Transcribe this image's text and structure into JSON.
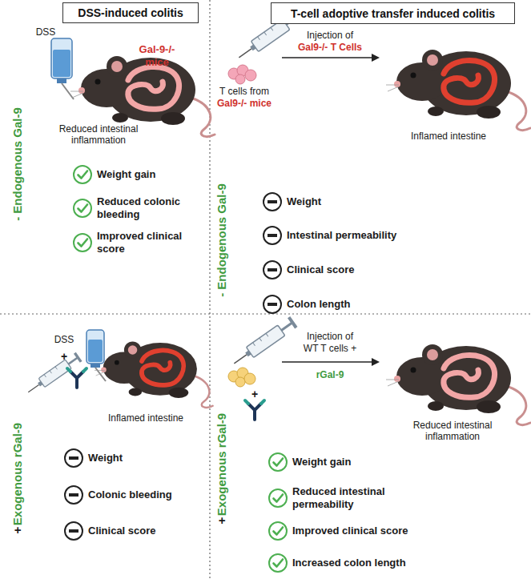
{
  "diagram": {
    "nodes": [
      {
        "text": [
          "DSS-induced colitis"
        ]
      },
      {
        "text": [
          "T-cell adoptive transfer induced colitis"
        ]
      }
    ],
    "labels": [
      "- Endogenous Gal-9",
      "DSS",
      "Gal-9-/- mice",
      "Reduced intestinal inflammation",
      "Weight gain",
      "Reduced colonic bleeding",
      "Improved clinical score",
      "Injection of",
      "Gal9-/- T Cells",
      "T cells from",
      "Gal9-/- mice",
      "Inflamed intestine",
      "- Endogenous Gal-9",
      "Weight",
      "Intestinal permeability",
      "Clinical score",
      "Colon length",
      "+",
      "Exogenous rGal-9",
      "DSS",
      "+",
      "Inflamed intestine",
      "Weight",
      "Colonic bleeding",
      "Clinical score",
      "+",
      "Exogenous rGal-9",
      "+",
      "Injection of",
      "WT T cells +",
      "rGal-9",
      "Reduced intestinal inflammation",
      "Weight gain",
      "Reduced intestinal permeability",
      "Improved clinical score",
      "Increased colon length"
    ]
  }
}
